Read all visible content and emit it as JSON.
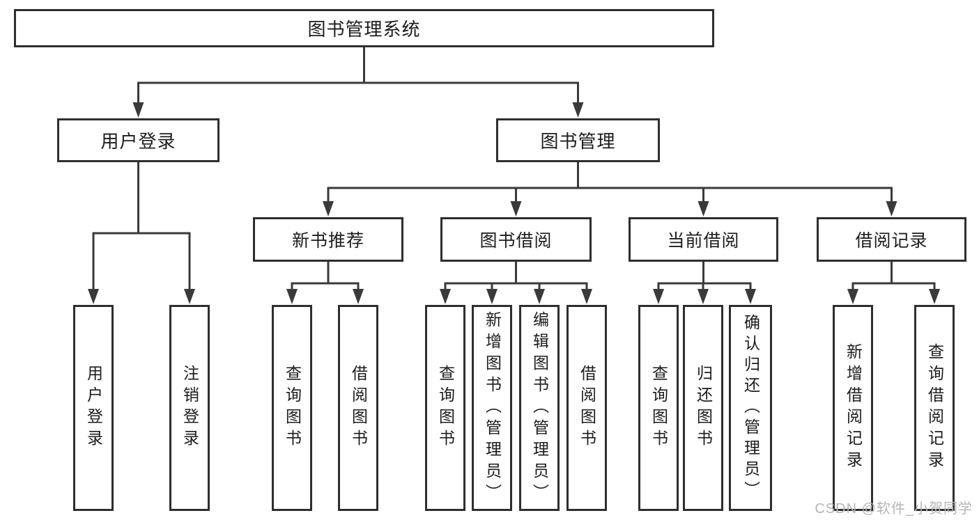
{
  "nodes": {
    "root": "图书管理系统",
    "user_login": "用户登录",
    "book_mgmt": "图书管理",
    "new_book_rec": "新书推荐",
    "book_borrow": "图书借阅",
    "current_borrow": "当前借阅",
    "borrow_records": "借阅记录",
    "leaf_user_login": "用户登录",
    "leaf_logout": "注销登录",
    "leaf_nb_query": "查询图书",
    "leaf_nb_borrow": "借阅图书",
    "leaf_bb_query": "查询图书",
    "leaf_bb_add": "新增图书（管理员）",
    "leaf_bb_edit": "编辑图书（管理员）",
    "leaf_bb_borrow": "借阅图书",
    "leaf_cb_query": "查询图书",
    "leaf_cb_return": "归还图书",
    "leaf_cb_confirm": "确认归还（管理员）",
    "leaf_br_add": "新增借阅记录",
    "leaf_br_query": "查询借阅记录"
  },
  "watermark": "CSDN @软件_小贺同学",
  "colors": {
    "line": "#3a3a3a",
    "border": "#2e2e2e",
    "text": "#1c1c1c",
    "watermark": "#b5b5b5",
    "background": "#ffffff"
  }
}
